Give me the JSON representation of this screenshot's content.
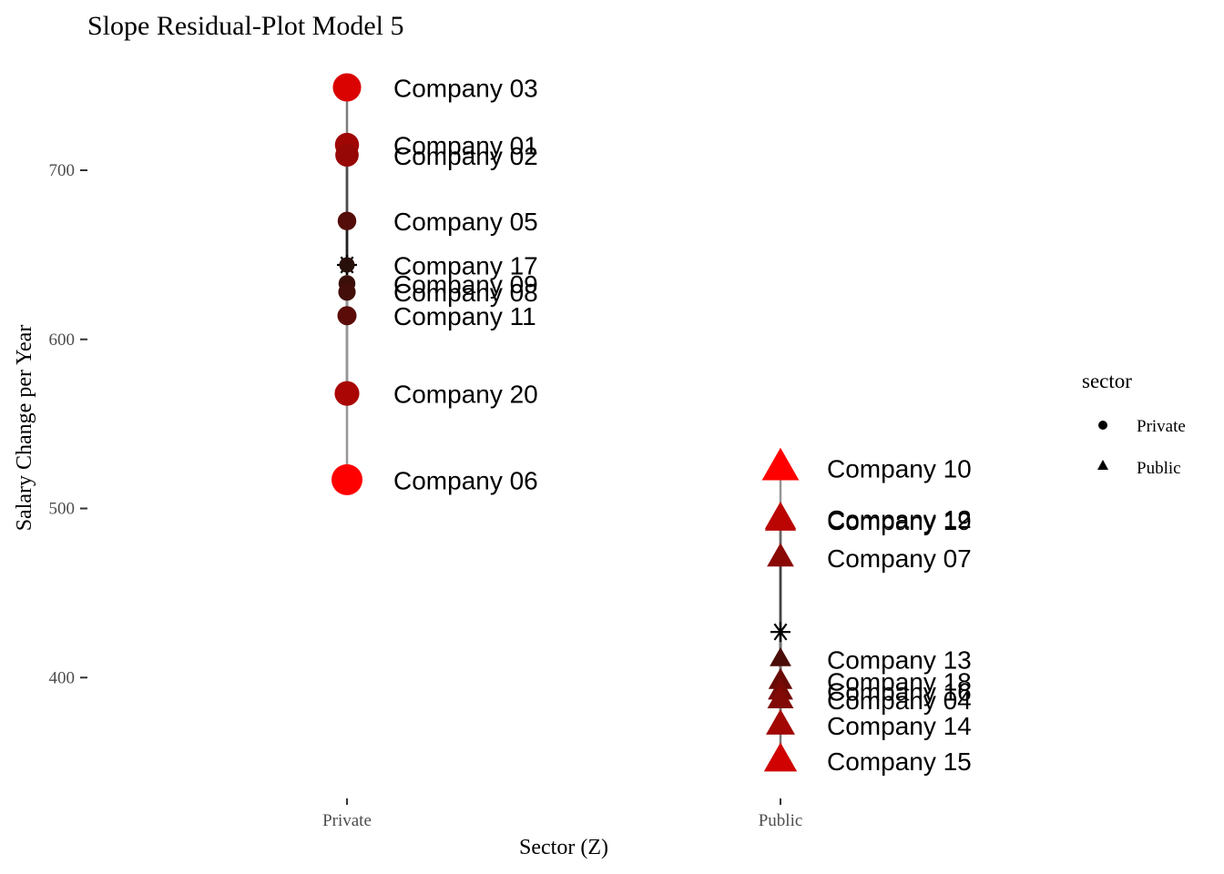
{
  "chart_data": {
    "type": "scatter",
    "title": "Slope Residual-Plot Model 5",
    "xlabel": "Sector (Z)",
    "ylabel": "Salary Change per Year",
    "categories": [
      "Private",
      "Public"
    ],
    "ylim": [
      330,
      770
    ],
    "yticks": [
      400,
      500,
      600,
      700
    ],
    "grid": false,
    "legend": {
      "title": "sector",
      "position": "right",
      "entries": [
        {
          "label": "Private",
          "shape": "circle"
        },
        {
          "label": "Public",
          "shape": "triangle"
        }
      ]
    },
    "means": [
      {
        "category": "Private",
        "value": 644
      },
      {
        "category": "Public",
        "value": 427
      }
    ],
    "points": [
      {
        "label": "Company 03",
        "category": "Private",
        "value": 749
      },
      {
        "label": "Company 01",
        "category": "Private",
        "value": 715
      },
      {
        "label": "Company 02",
        "category": "Private",
        "value": 709
      },
      {
        "label": "Company 05",
        "category": "Private",
        "value": 670
      },
      {
        "label": "Company 17",
        "category": "Private",
        "value": 644
      },
      {
        "label": "Company 09",
        "category": "Private",
        "value": 633
      },
      {
        "label": "Company 08",
        "category": "Private",
        "value": 628
      },
      {
        "label": "Company 11",
        "category": "Private",
        "value": 614
      },
      {
        "label": "Company 20",
        "category": "Private",
        "value": 568
      },
      {
        "label": "Company 06",
        "category": "Private",
        "value": 517
      },
      {
        "label": "Company 10",
        "category": "Public",
        "value": 524
      },
      {
        "label": "Company 12",
        "category": "Public",
        "value": 494
      },
      {
        "label": "Company 19",
        "category": "Public",
        "value": 493
      },
      {
        "label": "Company 07",
        "category": "Public",
        "value": 471
      },
      {
        "label": "Company 13",
        "category": "Public",
        "value": 411
      },
      {
        "label": "Company 18",
        "category": "Public",
        "value": 398
      },
      {
        "label": "Company 16",
        "category": "Public",
        "value": 392
      },
      {
        "label": "Company 04",
        "category": "Public",
        "value": 387
      },
      {
        "label": "Company 14",
        "category": "Public",
        "value": 372
      },
      {
        "label": "Company 15",
        "category": "Public",
        "value": 351
      }
    ]
  }
}
